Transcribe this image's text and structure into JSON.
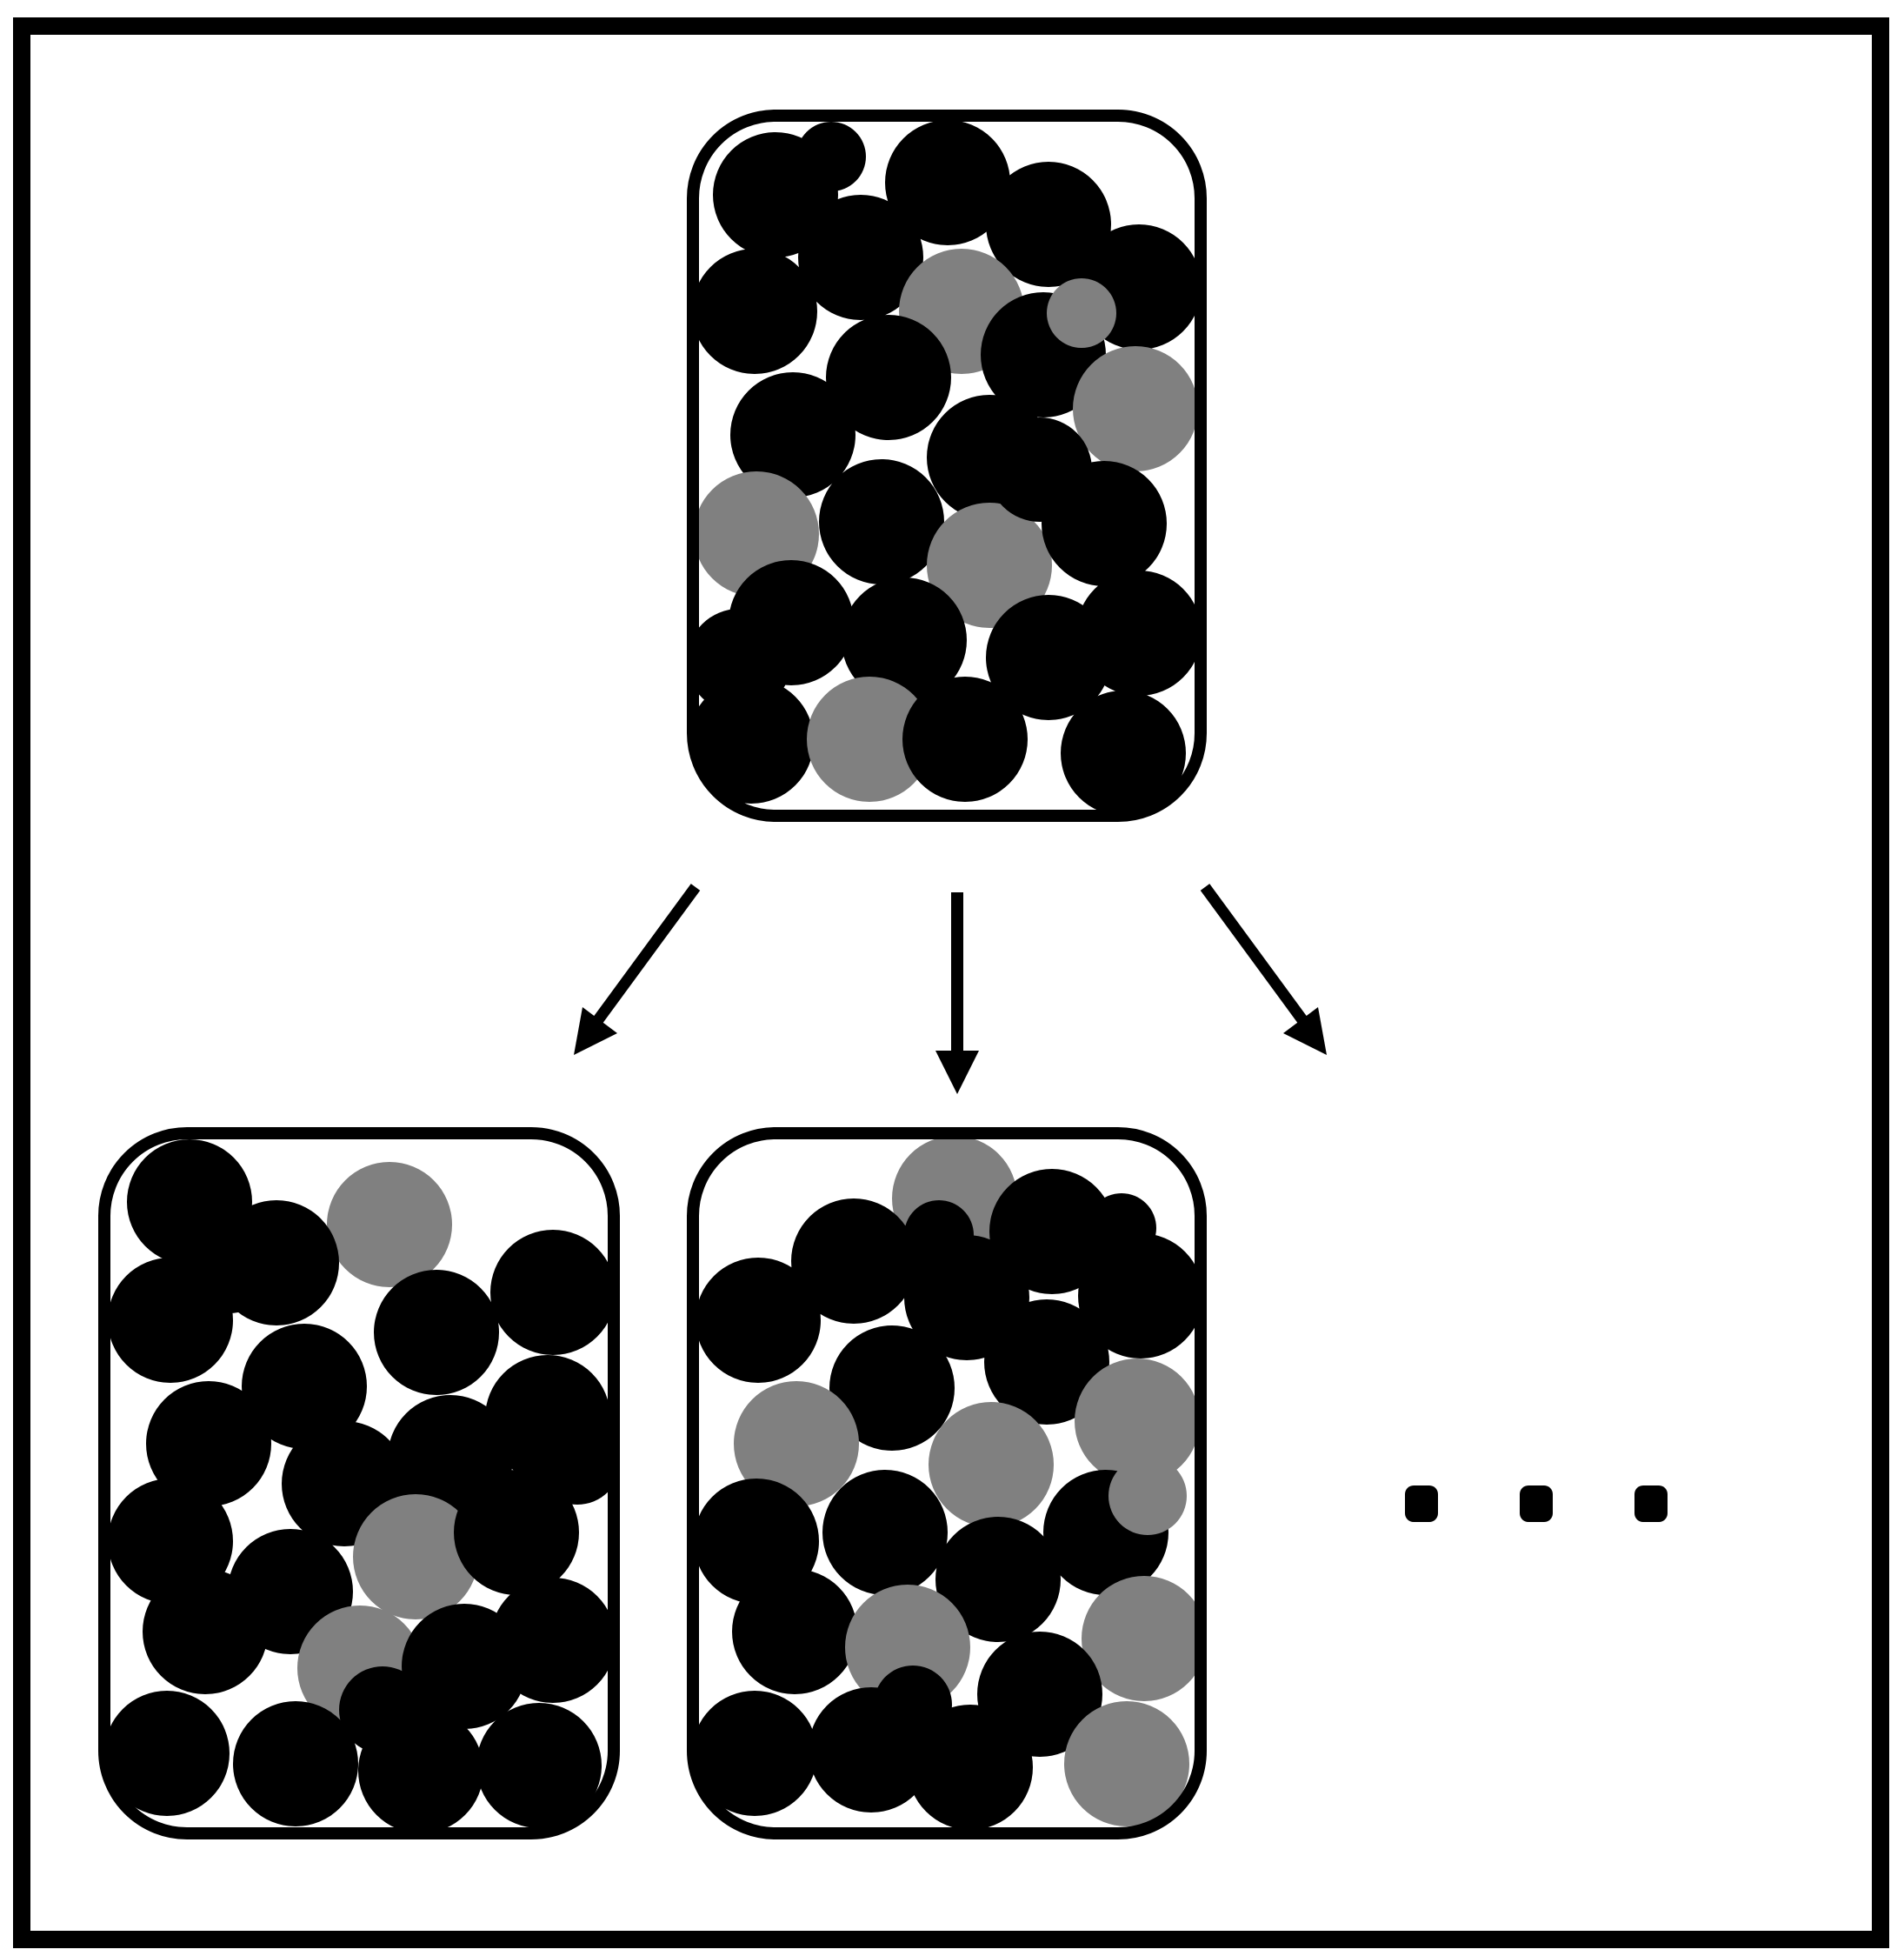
{
  "colors": {
    "background": "#ffffff",
    "frame": "#000000",
    "ball_dark": "#000000",
    "ball_light": "#808080"
  },
  "source_container": {
    "dark_balls": 22,
    "light_balls": 6
  },
  "sample_containers": [
    {
      "dark_balls": 23,
      "light_balls": 3
    },
    {
      "dark_balls": 19,
      "light_balls": 8
    }
  ],
  "arrows": 3,
  "continuation": "ellipsis"
}
